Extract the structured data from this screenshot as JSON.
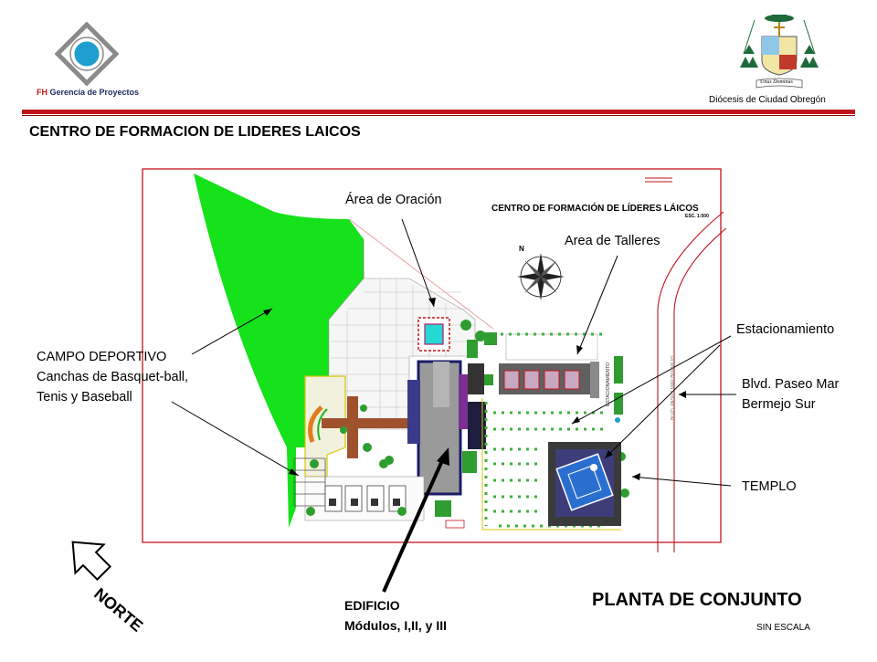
{
  "header": {
    "company_name": "FH Gerencia de Proyectos",
    "company_prefix": "FH",
    "company_suffix": " Gerencia de Proyectos",
    "diocese_name": "Diócesis de Ciudad Obregón",
    "crest_motto": "Unus Dominus"
  },
  "page_title": "CENTRO DE FORMACION DE LIDERES LAICOS",
  "plan": {
    "inner_title": "CENTRO DE FORMACIÓN DE LÍDERES LÁICOS",
    "inner_subtitle": "ESC. 1:500",
    "estacionamiento_tag": "ESTACIONAMIENTO",
    "boulevard_tag": "BLVD. PASEO MAR BERMEJO"
  },
  "labels": {
    "area_oracion": "Área de Oración",
    "area_talleres": "Area de Talleres",
    "campo_line1": "CAMPO DEPORTIVO",
    "campo_line2": "Canchas de Basquet-ball,",
    "campo_line3": "Tenis  y Baseball",
    "estacionamiento": "Estacionamiento",
    "blvd_line1": "Blvd. Paseo Mar",
    "blvd_line2": "Bermejo Sur",
    "templo": "TEMPLO",
    "edificio_line1": "EDIFICIO",
    "edificio_line2": "Módulos, I,II, y III"
  },
  "footer": {
    "norte": "NORTE",
    "planta": "PLANTA DE CONJUNTO",
    "escala": "SIN ESCALA"
  },
  "colors": {
    "brand_red": "#c0151b",
    "field_green": "#15e21a",
    "logo_blue": "#1e9fd0"
  }
}
